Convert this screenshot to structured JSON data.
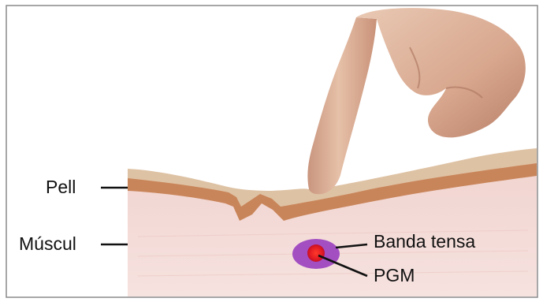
{
  "labels": {
    "skin": "Pell",
    "muscle": "Múscul",
    "taut_band": "Banda tensa",
    "trigger_point": "PGM"
  },
  "colors": {
    "muscle": "#f3d9d6",
    "skin_layer": "#c9855a",
    "skin_surface": "#dec2a4",
    "finger": "#e0b8a0",
    "taut_band": "#a34fc2",
    "trigger_point": "#e21b23",
    "frame": "#8a8a8a",
    "leader_lines": "#111111"
  },
  "icons": {
    "hand": "pointing-finger-pressing-skin"
  }
}
